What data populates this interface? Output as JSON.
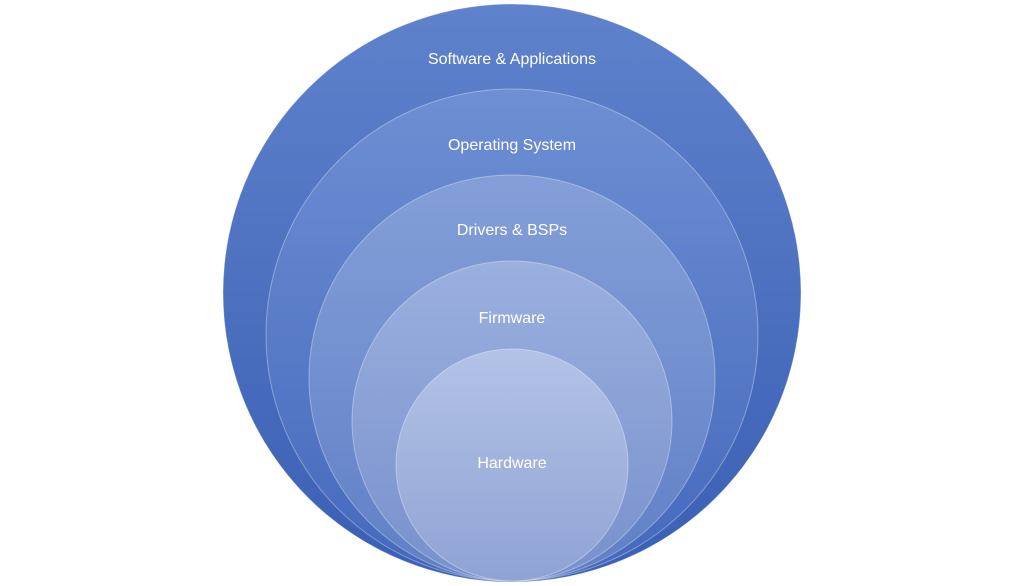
{
  "diagram": {
    "layers": [
      {
        "label": "Software & Applications",
        "color_light": "#5f82cc",
        "color_dark": "#3a5fb3"
      },
      {
        "label": "Operating System",
        "color_light": "#6e8fd3",
        "color_dark": "#4468bc"
      },
      {
        "label": "Drivers & BSPs",
        "color_light": "#849fd8",
        "color_dark": "#5f7fc6"
      },
      {
        "label": "Firmware",
        "color_light": "#9bb0df",
        "color_dark": "#7890cc"
      },
      {
        "label": "Hardware",
        "color_light": "#b3c2e6",
        "color_dark": "#8fa3d4"
      }
    ]
  }
}
